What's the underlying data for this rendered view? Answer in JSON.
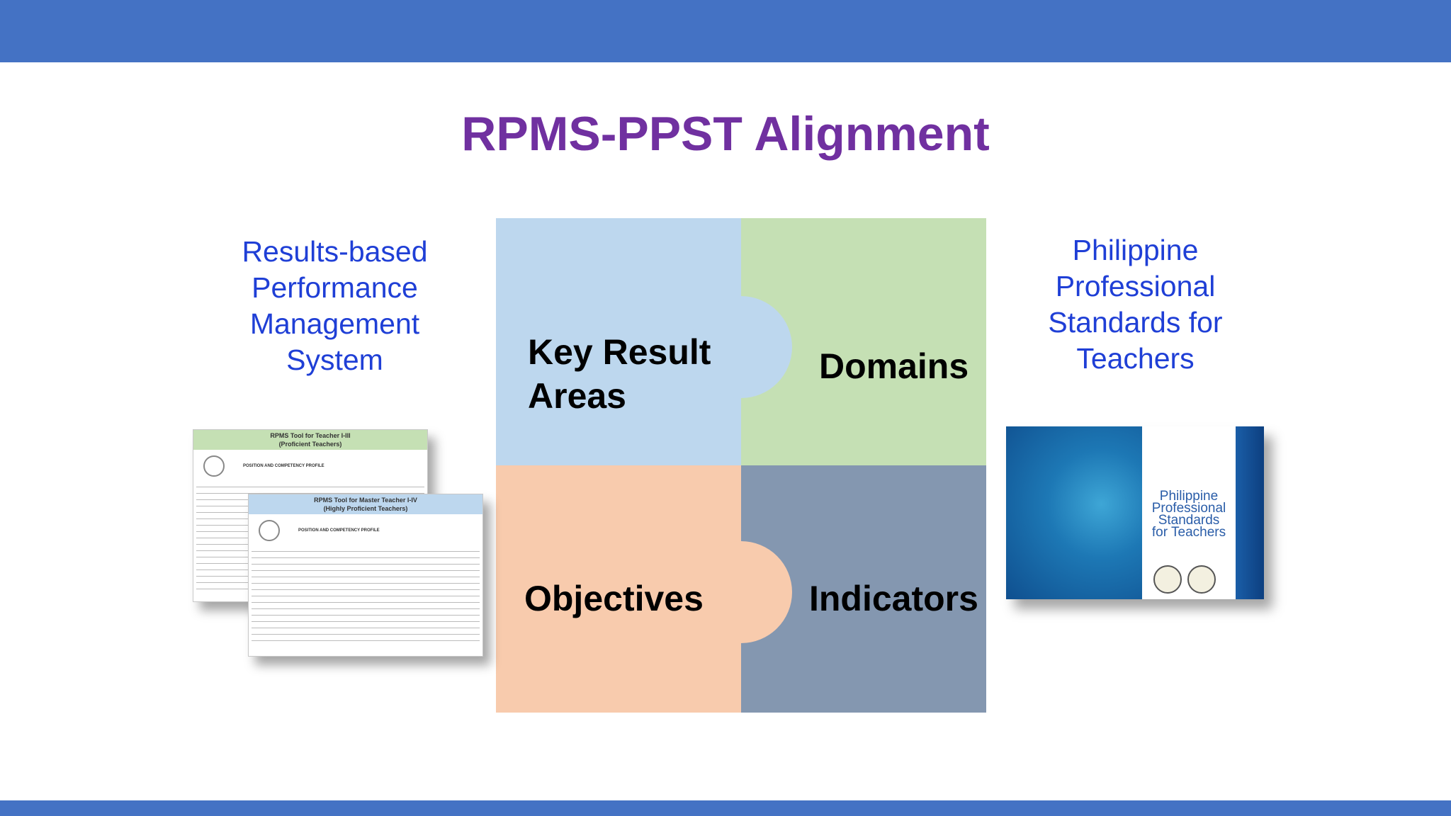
{
  "slide": {
    "title": "RPMS-PPST Alignment",
    "colors": {
      "bar": "#4472c4",
      "title": "#7030a0",
      "side_text": "#1f3fd6"
    }
  },
  "left": {
    "lines": [
      "Results-based",
      "Performance",
      "Management",
      "System"
    ]
  },
  "right": {
    "lines": [
      "Philippine",
      "Professional",
      "Standards for",
      "Teachers"
    ]
  },
  "puzzle": {
    "top_left": {
      "lines": [
        "Key Result",
        "Areas"
      ],
      "color": "#bdd7ee"
    },
    "top_right": {
      "label": "Domains",
      "color": "#c5e0b4"
    },
    "bottom_left": {
      "label": "Objectives",
      "color": "#f8cbad"
    },
    "bottom_right": {
      "label": "Indicators",
      "color": "#8497b0"
    }
  },
  "documents": [
    {
      "heading": [
        "RPMS Tool for Teacher I-III",
        "(Proficient Teachers)"
      ],
      "profile": "POSITION AND COMPETENCY PROFILE"
    },
    {
      "heading": [
        "RPMS Tool for Master Teacher I-IV",
        "(Highly Proficient Teachers)"
      ],
      "profile": "POSITION AND COMPETENCY PROFILE"
    }
  ],
  "book": {
    "cover_lines": [
      "Philippine",
      "Professional",
      "Standards",
      "for Teachers"
    ]
  }
}
